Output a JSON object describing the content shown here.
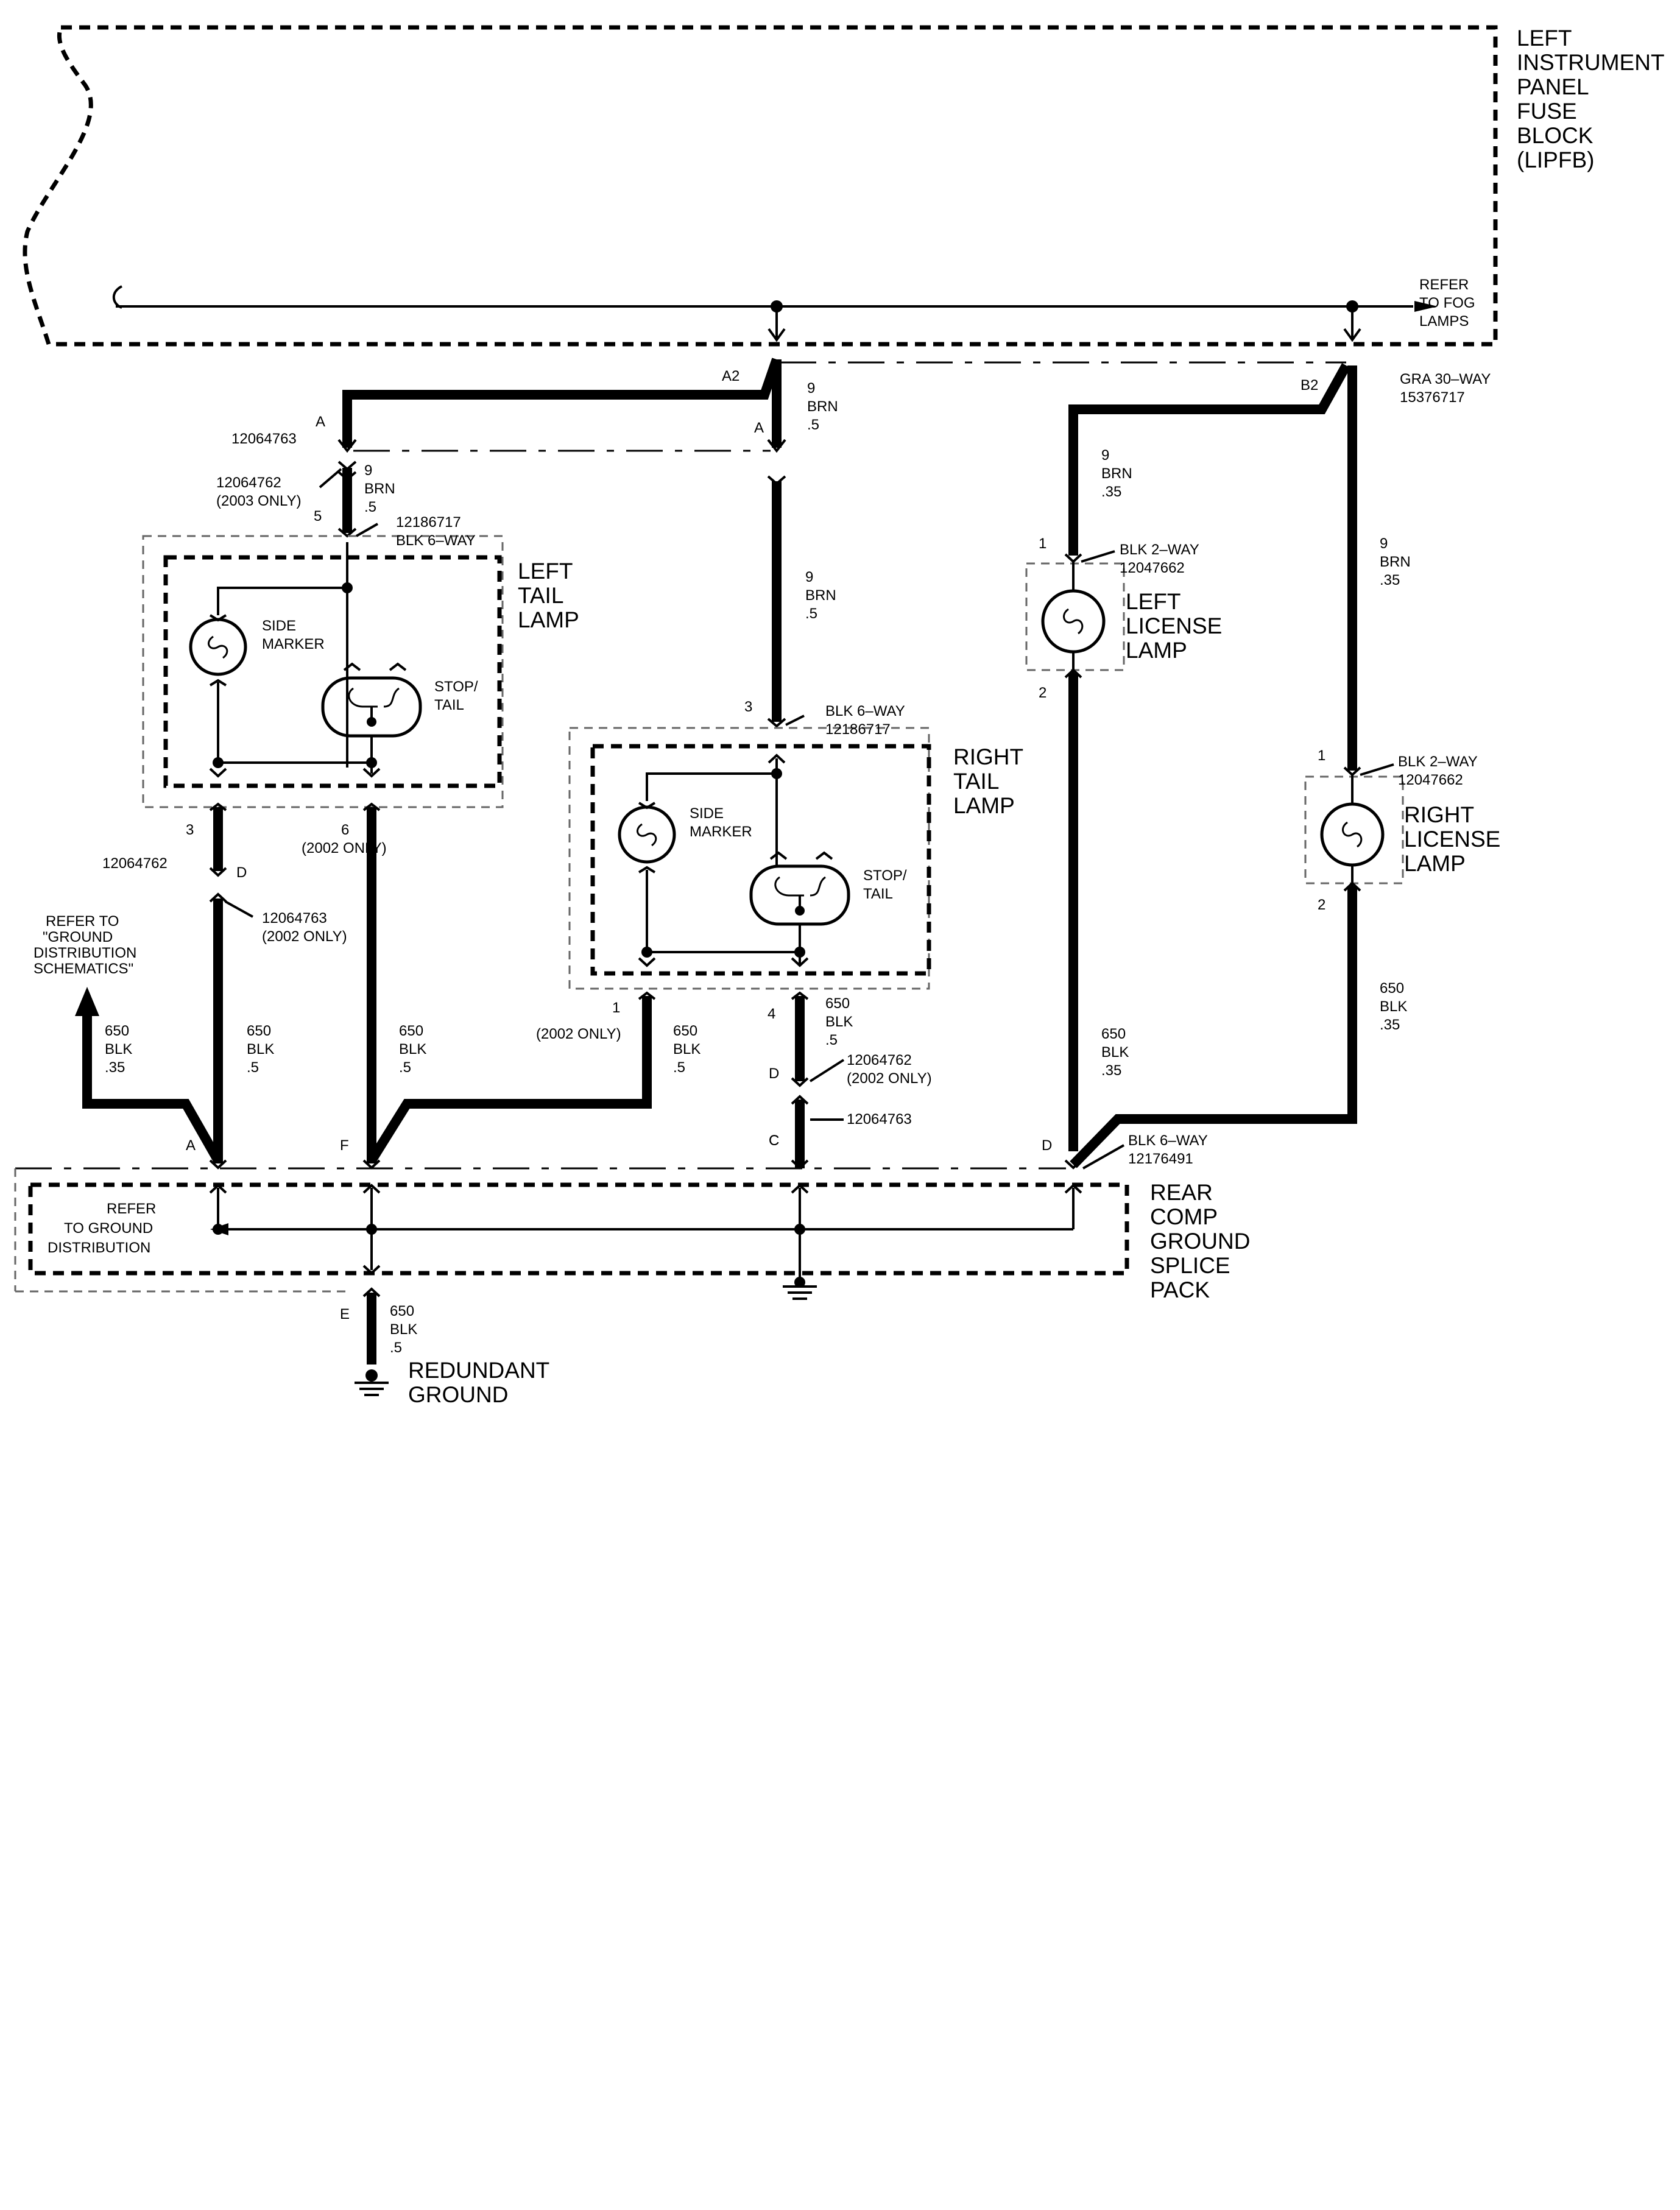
{
  "fuse_block": {
    "name_lines": [
      "LEFT",
      "INSTRUMENT",
      "PANEL",
      "FUSE",
      "BLOCK",
      "(LIPFB)"
    ],
    "refer_fog": [
      "REFER",
      "TO FOG",
      "LAMPS"
    ],
    "pin_a2": "A2",
    "pin_b2": "B2",
    "connector": [
      "GRA 30–WAY",
      "15376717"
    ]
  },
  "wires": {
    "brn_9_5": [
      "9",
      "BRN",
      ".5"
    ],
    "brn_9_35": [
      "9",
      "BRN",
      ".35"
    ],
    "blk_650_5": [
      "650",
      "BLK",
      ".5"
    ],
    "blk_650_35": [
      "650",
      "BLK",
      ".35"
    ]
  },
  "inline_left": {
    "pin_a_upper": "A",
    "part_upper": "12064763",
    "part_lower": [
      "12064762",
      "(2003 ONLY)"
    ],
    "pin_a_right": "A"
  },
  "left_tail_lamp": {
    "title": [
      "LEFT",
      "TAIL",
      "LAMP"
    ],
    "pin_top": "5",
    "connector": [
      "12186717",
      "BLK 6–WAY"
    ],
    "side_marker": [
      "SIDE",
      "MARKER"
    ],
    "stop_tail": [
      "STOP/",
      "TAIL"
    ],
    "pin_3": "3",
    "pin_6": "6",
    "note_2002": "(2002 ONLY)",
    "part_a": "12064762",
    "pin_d": "D",
    "part_b": [
      "12064763",
      "(2002 ONLY)"
    ]
  },
  "right_tail_lamp": {
    "title": [
      "RIGHT",
      "TAIL",
      "LAMP"
    ],
    "pin_3": "3",
    "connector": [
      "BLK 6–WAY",
      "12186717"
    ],
    "side_marker": [
      "SIDE",
      "MARKER"
    ],
    "stop_tail": [
      "STOP/",
      "TAIL"
    ],
    "pin_1": "1",
    "note_2002": "(2002 ONLY)",
    "pin_4": "4",
    "pin_d": "D",
    "part_d": [
      "12064762",
      "(2002 ONLY)"
    ],
    "pin_c": "C",
    "part_c": "12064763"
  },
  "left_license_lamp": {
    "title": [
      "LEFT",
      "LICENSE",
      "LAMP"
    ],
    "pin_1": "1",
    "pin_2": "2",
    "connector": [
      "BLK 2–WAY",
      "12047662"
    ]
  },
  "right_license_lamp": {
    "title": [
      "RIGHT",
      "LICENSE",
      "LAMP"
    ],
    "pin_1": "1",
    "pin_2": "2",
    "connector": [
      "BLK 2–WAY",
      "12047662"
    ]
  },
  "ground_refer": [
    "REFER TO",
    "\"GROUND",
    "DISTRIBUTION",
    "SCHEMATICS\""
  ],
  "splice_pack": {
    "title": [
      "REAR",
      "COMP",
      "GROUND",
      "SPLICE",
      "PACK"
    ],
    "connector": [
      "BLK 6–WAY",
      "12176491"
    ],
    "pin_a": "A",
    "pin_f": "F",
    "pin_c": "C",
    "pin_d": "D",
    "pin_e": "E",
    "refer": [
      "REFER",
      "TO GROUND",
      "DISTRIBUTION"
    ]
  },
  "redundant_ground": [
    "REDUNDANT",
    "GROUND"
  ]
}
